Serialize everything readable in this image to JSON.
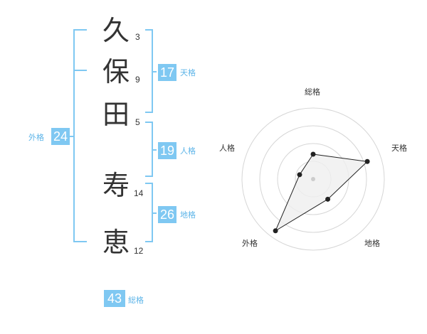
{
  "name": {
    "characters": [
      {
        "char": "久",
        "strokes": "3"
      },
      {
        "char": "保",
        "strokes": "9"
      },
      {
        "char": "田",
        "strokes": "5"
      },
      {
        "char": "寿",
        "strokes": "14"
      },
      {
        "char": "恵",
        "strokes": "12"
      }
    ]
  },
  "scores": {
    "tenkaku": {
      "value": "17",
      "label": "天格"
    },
    "jinkaku": {
      "value": "19",
      "label": "人格"
    },
    "chikaku": {
      "value": "26",
      "label": "地格"
    },
    "gaikaku": {
      "value": "24",
      "label": "外格"
    },
    "soukaku": {
      "value": "43",
      "label": "総格"
    }
  },
  "colors": {
    "accent": "#7fc8f2",
    "accent_text": "#5cb4e8",
    "bracket": "#7fc8f2",
    "kanji": "#333333",
    "radar_ring": "#d6d6d6",
    "radar_fill": "#efefef",
    "radar_line": "#222222"
  },
  "chart_data": {
    "type": "radar",
    "axes": [
      "総格",
      "天格",
      "地格",
      "外格",
      "人格"
    ],
    "max": 4,
    "rings": 4,
    "values": [
      1.4,
      3.2,
      1.4,
      3.6,
      0.8
    ]
  }
}
